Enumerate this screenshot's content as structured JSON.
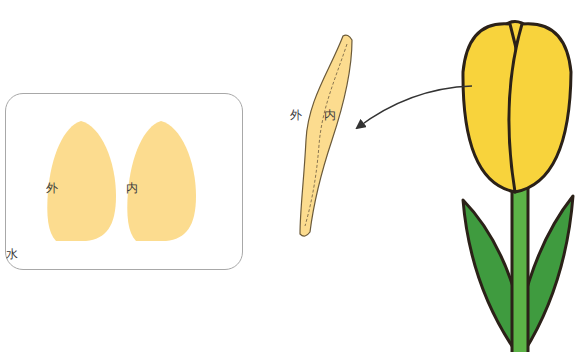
{
  "diagram": {
    "nodes": [
      {
        "text": [
          "水"
        ]
      },
      {
        "text": [
          "外"
        ],
        "in": 0
      },
      {
        "text": [
          "内"
        ],
        "in": 0
      }
    ],
    "labels": [
      "外",
      "内"
    ]
  }
}
